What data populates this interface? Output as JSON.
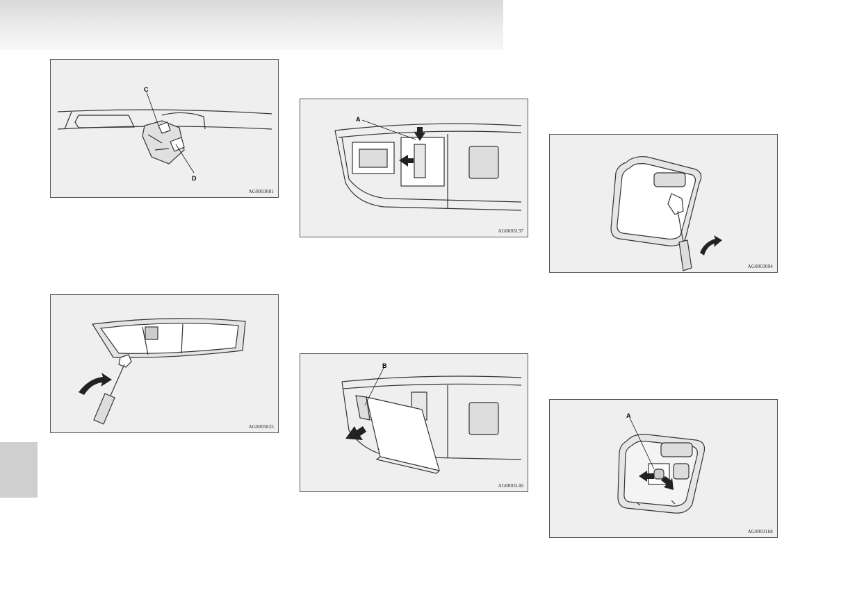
{
  "figures": [
    {
      "id": "fig1",
      "code": "AG0003081",
      "callouts": [
        "C",
        "D"
      ]
    },
    {
      "id": "fig2",
      "code": "AG0005825",
      "callouts": []
    },
    {
      "id": "fig3",
      "code": "AG0003137",
      "callouts": [
        "A"
      ]
    },
    {
      "id": "fig4",
      "code": "AG0003140",
      "callouts": [
        "B"
      ]
    },
    {
      "id": "fig5",
      "code": "AG0003094",
      "callouts": []
    },
    {
      "id": "fig6",
      "code": "AG0003168",
      "callouts": [
        "A"
      ]
    }
  ],
  "colors": {
    "figure_bg": "#efefef",
    "header_band": "#dcdcdc",
    "side_tab": "#cfcfcf",
    "line": "#333333"
  }
}
